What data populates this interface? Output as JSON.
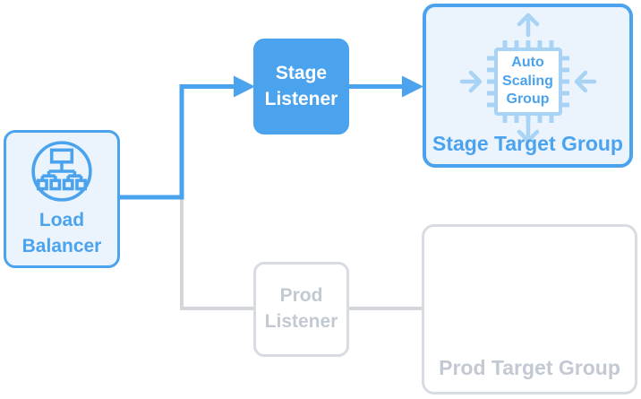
{
  "colors": {
    "primary_blue": "#4BA3EE",
    "light_blue_fill": "#EBF4FD",
    "chip_light_blue": "#A9D3F5",
    "gray_border": "#D8DCE2",
    "gray_text": "#C3C9D3",
    "gray_line": "#D3D7DC"
  },
  "nodes": {
    "load_balancer": {
      "label": "Load Balancer",
      "icon": "load-balancer-network-tree-icon"
    },
    "stage_listener": {
      "label": "Stage Listener"
    },
    "stage_target_group": {
      "label": "Stage Target Group",
      "chip_label": "Auto Scaling Group",
      "icon": "auto-scaling-group-chip-icon"
    },
    "prod_listener": {
      "label": "Prod Listener"
    },
    "prod_target_group": {
      "label": "Prod Target Group"
    }
  },
  "edges": [
    {
      "from": "load_balancer",
      "to": "stage_listener",
      "style": "active-blue",
      "arrow": true
    },
    {
      "from": "stage_listener",
      "to": "stage_target_group",
      "style": "active-blue",
      "arrow": true
    },
    {
      "from": "load_balancer",
      "to": "prod_listener",
      "style": "inactive-gray",
      "arrow": false
    },
    {
      "from": "prod_listener",
      "to": "prod_target_group",
      "style": "inactive-gray",
      "arrow": false
    }
  ]
}
